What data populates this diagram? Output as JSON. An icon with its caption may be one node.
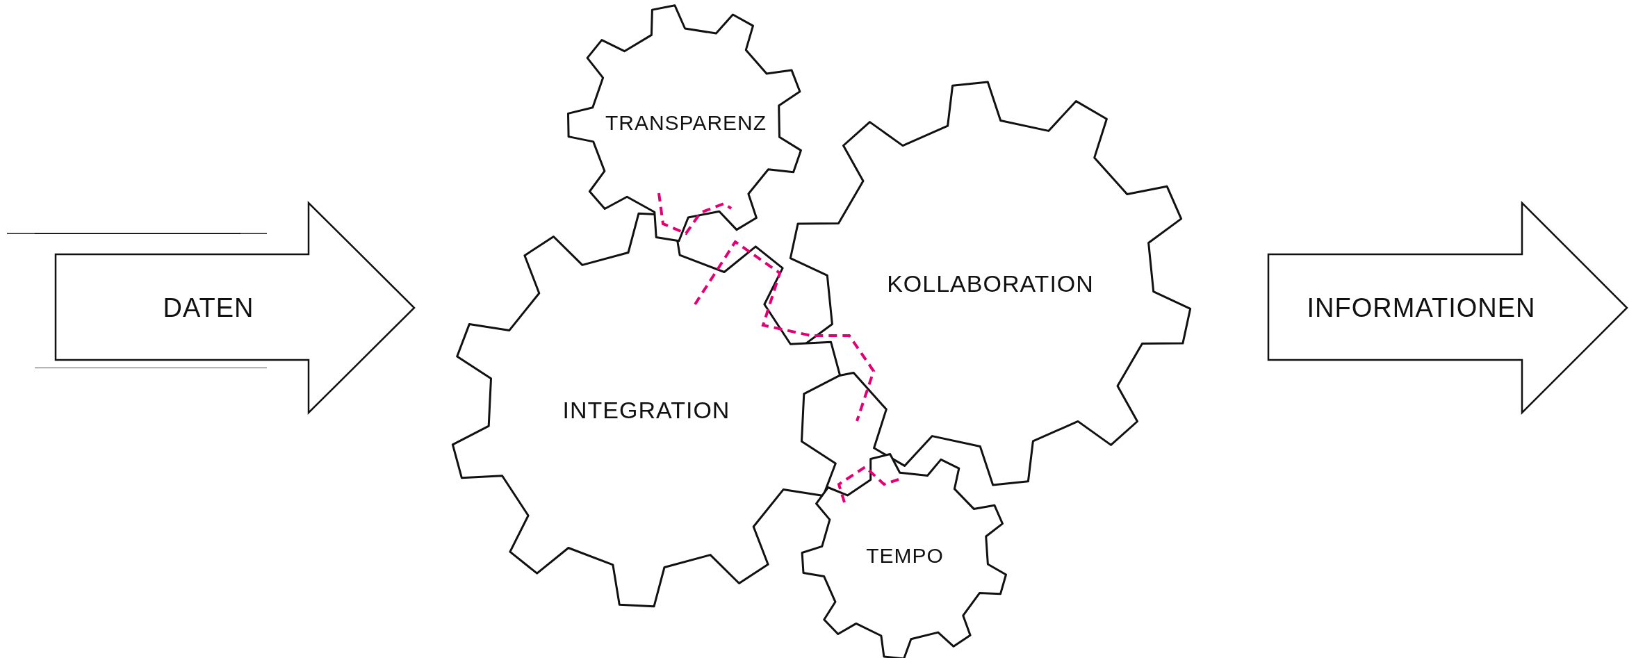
{
  "diagram": {
    "nodes": [
      {
        "text": [
          "DATEN"
        ]
      },
      {
        "text": [
          "TRANSPARENZ"
        ]
      },
      {
        "text": [
          "KOLLABORATION"
        ]
      },
      {
        "text": [
          "INTEGRATION"
        ]
      },
      {
        "text": [
          "TEMPO"
        ]
      },
      {
        "text": [
          "INFORMATIONEN"
        ]
      }
    ]
  }
}
